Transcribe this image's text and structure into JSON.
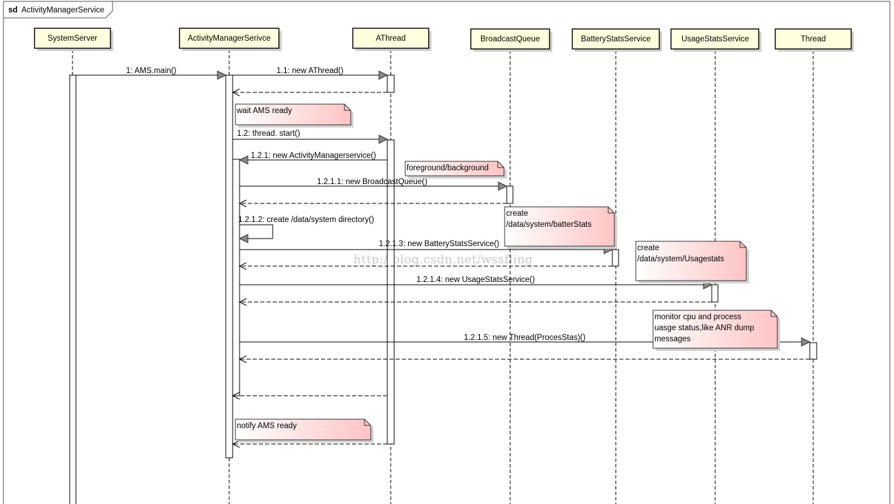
{
  "frame": {
    "keyword": "sd",
    "name": "ActivityManagerService"
  },
  "lifelines": [
    "SystemServer",
    "ActivityManagerSerivce",
    "AThread",
    "BroadcastQueue",
    "BatteryStatsService",
    "UsageStatsService",
    "Thread"
  ],
  "messages": [
    "1: AMS.main()",
    "1.1: new AThread()",
    "1.2: thread. start()",
    "1.2.1: new ActivityManagerservice()",
    "1.2.1.1: new BroadcastQueue()",
    "1.2.1.2: create /data/system directory()",
    "1.2.1.3: new BatteryStatsService()",
    "1.2.1.4: new UsageStatsService()",
    "1.2.1.5: new Thread(ProcesStas)()"
  ],
  "notes": [
    [
      "wait AMS ready"
    ],
    [
      "foreground/background"
    ],
    [
      "create",
      "/data/system/batterStats"
    ],
    [
      "create",
      "/data/system/Usagestats"
    ],
    [
      "monitor cpu and process",
      "uasge status,like ANR dump",
      "messages"
    ],
    [
      "notify AMS ready"
    ]
  ],
  "watermark": "http://blog.csdn.net/wssfling",
  "colors": {
    "lifeline_head": "#ffffdd",
    "note_start": "#ffffff",
    "note_end": "#ffc4c4",
    "line": "#000000"
  }
}
